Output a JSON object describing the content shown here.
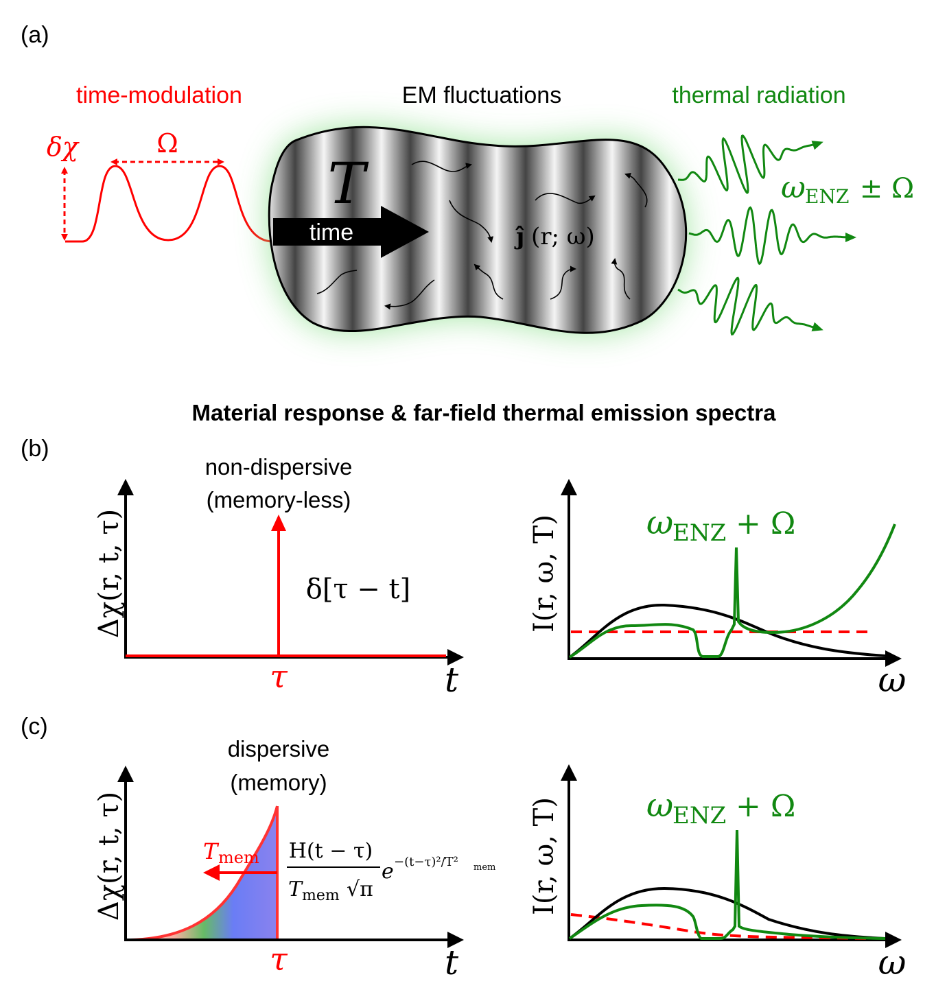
{
  "panel_a": {
    "label": "(a)",
    "left_heading": "time-modulation",
    "center_heading": "EM fluctuations",
    "right_heading": "thermal radiation",
    "delta_chi": "δχ",
    "omega": "Ω",
    "temperature": "T",
    "time_arrow": "time",
    "current_symbol": "ĵ",
    "current_args": "(r; ω)",
    "emission_base": "ω",
    "emission_sub": "ENZ",
    "emission_tail": " ± Ω",
    "colors": {
      "modulation": "#ff0000",
      "radiation": "#118811",
      "glow": "#7ddc7d"
    }
  },
  "heading": "Material response & far-field thermal emission spectra",
  "panel_b": {
    "label": "(b)",
    "title_line1": "non-dispersive",
    "title_line2": "(memory-less)",
    "ylabel": "Δχ(r, t, τ)",
    "xlabel": "t",
    "tau_label": "τ",
    "formula": "δ[τ − t]",
    "spec_ylabel": "I(r, ω, T)",
    "spec_xlabel": "ω",
    "peak_base": "ω",
    "peak_sub": "ENZ",
    "peak_tail": " + Ω"
  },
  "panel_c": {
    "label": "(c)",
    "title_line1": "dispersive",
    "title_line2": "(memory)",
    "ylabel": "Δχ(r, t, τ)",
    "xlabel": "t",
    "tau_label": "τ",
    "tmem_base": "T",
    "tmem_sub": "mem",
    "numerator": "H(t − τ)",
    "denominator": "T",
    "denominator_sub": "mem",
    "denominator_root": "√π",
    "exp_base": "e",
    "exponent": "−(t−τ)²/T²",
    "exponent_sub": "mem",
    "spec_ylabel": "I(r, ω, T)",
    "spec_xlabel": "ω",
    "peak_base": "ω",
    "peak_sub": "ENZ",
    "peak_tail": " + Ω"
  }
}
